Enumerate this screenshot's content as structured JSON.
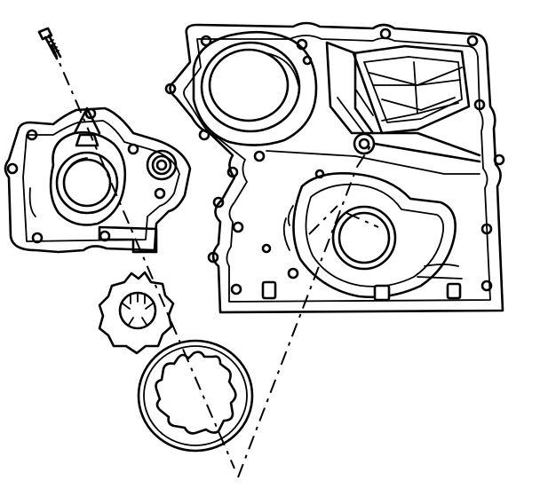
{
  "figure": {
    "kind": "exploded-view line drawing",
    "parts": [
      {
        "id": "bolt",
        "icon": "bolt-icon"
      },
      {
        "id": "pump-cover",
        "icon": "oil-pump-cover-icon"
      },
      {
        "id": "inner-rotor",
        "icon": "inner-gear-rotor-icon"
      },
      {
        "id": "outer-rotor",
        "icon": "outer-gear-rotor-icon"
      },
      {
        "id": "front-cover",
        "icon": "engine-front-cover-icon"
      }
    ],
    "colors": {
      "ink": "#000000",
      "paper": "#ffffff"
    }
  }
}
